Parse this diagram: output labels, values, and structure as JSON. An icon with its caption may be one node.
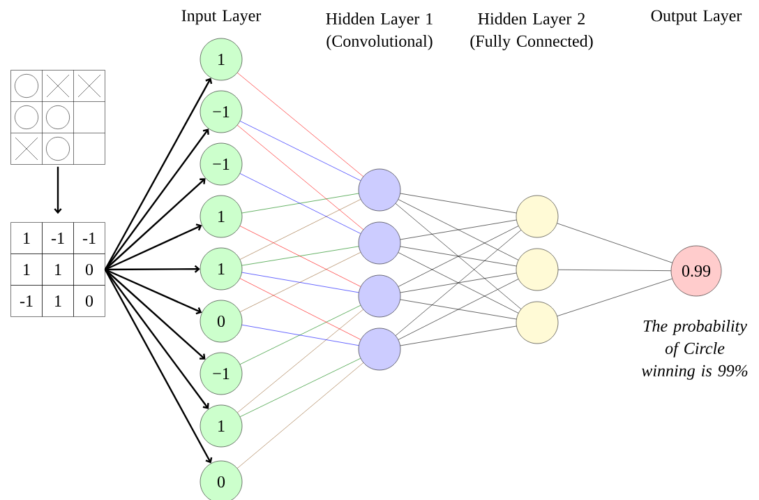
{
  "diagram": {
    "nodes": [
      {
        "text": [],
        "shape": "picture"
      },
      {
        "text": [
          "1",
          "-1",
          "-1",
          "1",
          "1",
          "0",
          "-1",
          "1",
          "0"
        ]
      },
      {
        "text": [
          "1"
        ]
      },
      {
        "text": [
          "−1"
        ]
      },
      {
        "text": [
          "−1"
        ]
      },
      {
        "text": [
          "1"
        ]
      },
      {
        "text": [
          "1"
        ]
      },
      {
        "text": [
          "0"
        ]
      },
      {
        "text": [
          "−1"
        ]
      },
      {
        "text": [
          "1"
        ]
      },
      {
        "text": [
          "0"
        ]
      },
      {
        "text": [],
        "shape": "circle"
      },
      {
        "text": [],
        "shape": "circle"
      },
      {
        "text": [],
        "shape": "circle"
      },
      {
        "text": [],
        "shape": "circle"
      },
      {
        "text": [],
        "shape": "circle"
      },
      {
        "text": [],
        "shape": "circle"
      },
      {
        "text": [],
        "shape": "circle"
      },
      {
        "text": [
          "0.99"
        ],
        "beside": [
          "The probability of Circle winning is 99%"
        ]
      }
    ],
    "edges": [
      {
        "from": 0,
        "to": 1,
        "arrow": "to",
        "style": "thick"
      },
      {
        "from": 1,
        "to": 2,
        "arrow": "to",
        "style": "thick"
      },
      {
        "from": 1,
        "to": 3,
        "arrow": "to",
        "style": "thick"
      },
      {
        "from": 1,
        "to": 4,
        "arrow": "to",
        "style": "thick"
      },
      {
        "from": 1,
        "to": 5,
        "arrow": "to",
        "style": "thick"
      },
      {
        "from": 1,
        "to": 6,
        "arrow": "to",
        "style": "thick"
      },
      {
        "from": 1,
        "to": 7,
        "arrow": "to",
        "style": "thick"
      },
      {
        "from": 1,
        "to": 8,
        "arrow": "to",
        "style": "thick"
      },
      {
        "from": 1,
        "to": 9,
        "arrow": "to",
        "style": "thick"
      },
      {
        "from": 1,
        "to": 10,
        "arrow": "to",
        "style": "thick"
      },
      {
        "from": 2,
        "to": 11,
        "arrow": "none",
        "color": "#ff0000"
      },
      {
        "from": 3,
        "to": 11,
        "arrow": "none",
        "color": "#0000ff"
      },
      {
        "from": 5,
        "to": 11,
        "arrow": "none",
        "color": "#008000"
      },
      {
        "from": 6,
        "to": 11,
        "arrow": "none",
        "color": "#996633"
      },
      {
        "from": 3,
        "to": 12,
        "arrow": "none",
        "color": "#ff0000"
      },
      {
        "from": 4,
        "to": 12,
        "arrow": "none",
        "color": "#0000ff"
      },
      {
        "from": 6,
        "to": 12,
        "arrow": "none",
        "color": "#008000"
      },
      {
        "from": 7,
        "to": 12,
        "arrow": "none",
        "color": "#996633"
      },
      {
        "from": 5,
        "to": 13,
        "arrow": "none",
        "color": "#ff0000"
      },
      {
        "from": 6,
        "to": 13,
        "arrow": "none",
        "color": "#0000ff"
      },
      {
        "from": 8,
        "to": 13,
        "arrow": "none",
        "color": "#008000"
      },
      {
        "from": 9,
        "to": 13,
        "arrow": "none",
        "color": "#996633"
      },
      {
        "from": 6,
        "to": 14,
        "arrow": "none",
        "color": "#ff0000"
      },
      {
        "from": 7,
        "to": 14,
        "arrow": "none",
        "color": "#0000ff"
      },
      {
        "from": 9,
        "to": 14,
        "arrow": "none",
        "color": "#008000"
      },
      {
        "from": 10,
        "to": 14,
        "arrow": "none",
        "color": "#996633"
      },
      {
        "from": 11,
        "to": 15,
        "arrow": "none"
      },
      {
        "from": 11,
        "to": 16,
        "arrow": "none"
      },
      {
        "from": 11,
        "to": 17,
        "arrow": "none"
      },
      {
        "from": 12,
        "to": 15,
        "arrow": "none"
      },
      {
        "from": 12,
        "to": 16,
        "arrow": "none"
      },
      {
        "from": 12,
        "to": 17,
        "arrow": "none"
      },
      {
        "from": 13,
        "to": 15,
        "arrow": "none"
      },
      {
        "from": 13,
        "to": 16,
        "arrow": "none"
      },
      {
        "from": 13,
        "to": 17,
        "arrow": "none"
      },
      {
        "from": 14,
        "to": 15,
        "arrow": "none"
      },
      {
        "from": 14,
        "to": 16,
        "arrow": "none"
      },
      {
        "from": 14,
        "to": 17,
        "arrow": "none"
      },
      {
        "from": 15,
        "to": 18,
        "arrow": "none"
      },
      {
        "from": 16,
        "to": 18,
        "arrow": "none"
      },
      {
        "from": 17,
        "to": 18,
        "arrow": "none"
      }
    ],
    "labels": [
      "Input Layer",
      "Hidden Layer 1 (Convolutional)",
      "Hidden Layer 2 (Fully Connected)",
      "Output Layer"
    ]
  }
}
